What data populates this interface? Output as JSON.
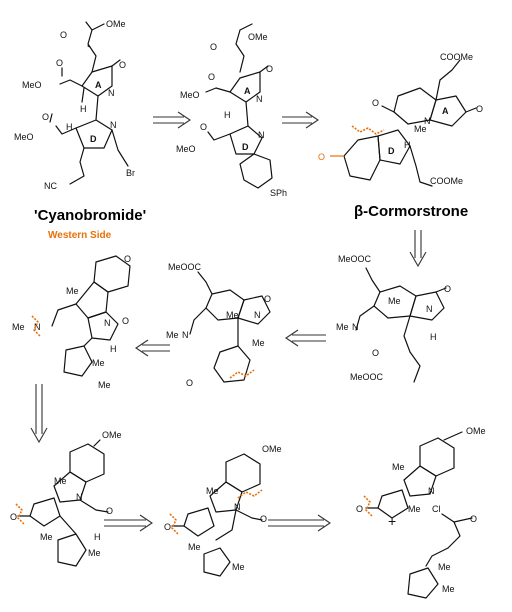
{
  "labels": {
    "cyanobromide": "'Cyanobromide'",
    "western_side": "Western Side",
    "beta_cormorstrone": "β-Cormorstrone"
  },
  "atoms": {
    "OMe": "OMe",
    "MeO": "MeO",
    "COOMe": "COOMe",
    "MeOOC": "MeOOC",
    "O": "O",
    "N": "N",
    "H": "H",
    "Me": "Me",
    "Br": "Br",
    "SPh": "SPh",
    "Cl": "Cl",
    "A": "A",
    "D": "D",
    "Me_N": "Me",
    "plus": "+"
  },
  "colors": {
    "accent": "#e8700a",
    "ink": "#111111"
  }
}
